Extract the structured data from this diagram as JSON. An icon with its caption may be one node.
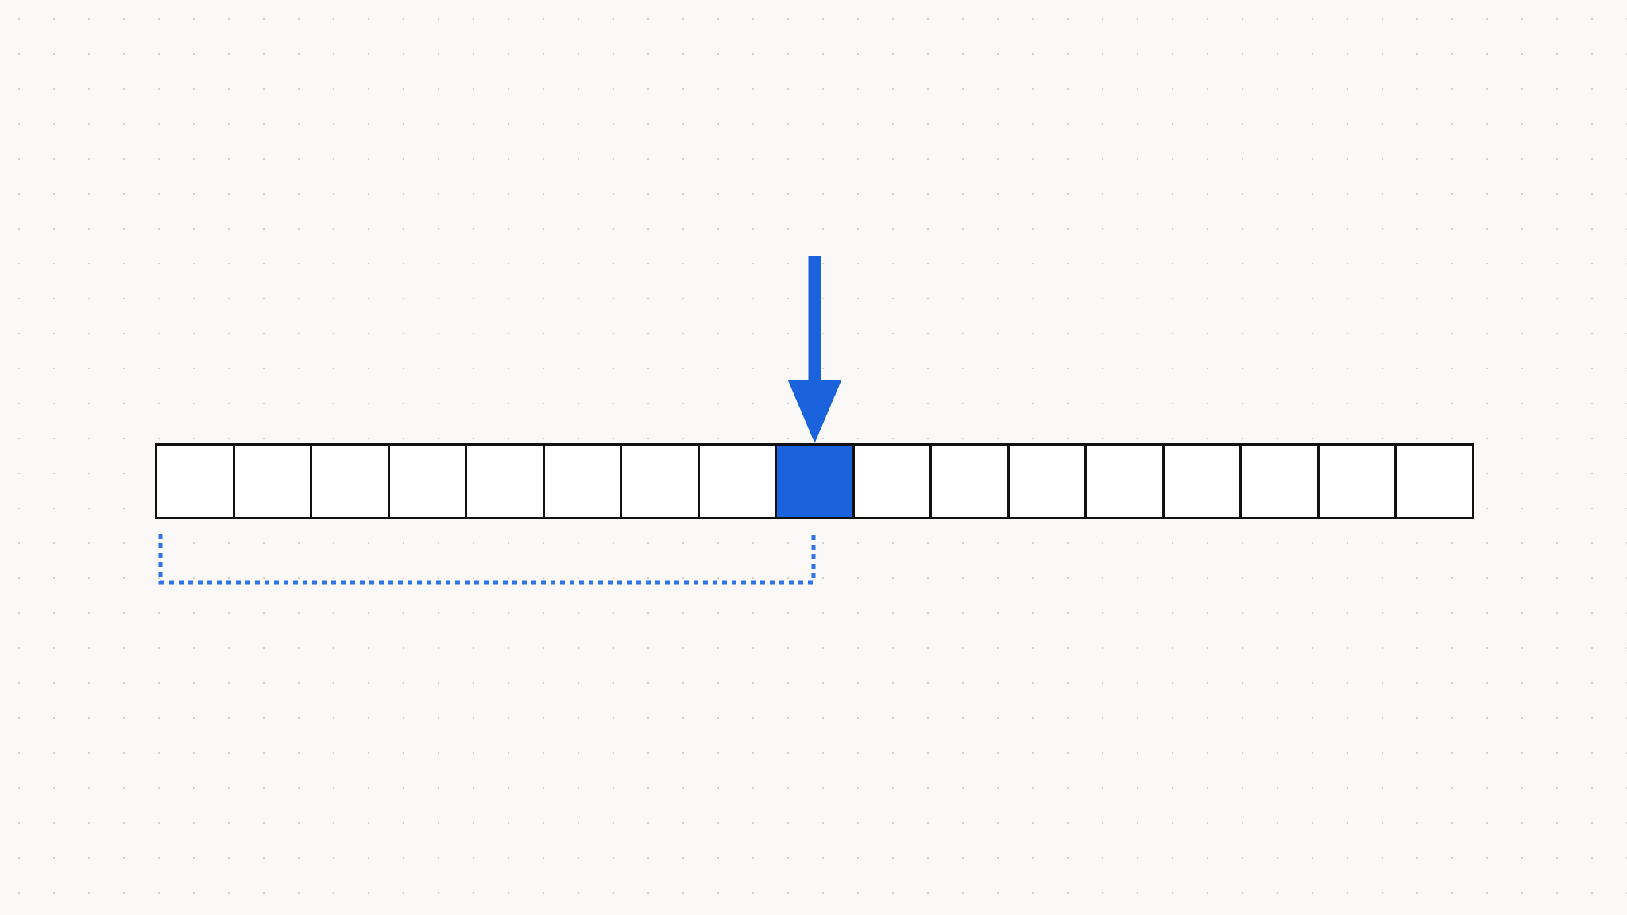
{
  "diagram": {
    "nodes": [
      {
        "text": [],
        "shape": "box"
      },
      {
        "text": [],
        "shape": "box"
      },
      {
        "text": [],
        "shape": "box"
      },
      {
        "text": [],
        "shape": "box"
      },
      {
        "text": [],
        "shape": "box"
      },
      {
        "text": [],
        "shape": "box"
      },
      {
        "text": [],
        "shape": "box"
      },
      {
        "text": [],
        "shape": "box"
      },
      {
        "text": [],
        "shape": "box"
      },
      {
        "text": [],
        "shape": "box"
      },
      {
        "text": [],
        "shape": "box"
      },
      {
        "text": [],
        "shape": "box"
      },
      {
        "text": [],
        "shape": "box"
      },
      {
        "text": [],
        "shape": "box"
      },
      {
        "text": [],
        "shape": "box"
      },
      {
        "text": [],
        "shape": "box"
      },
      {
        "text": [],
        "shape": "box"
      }
    ],
    "edges": [
      {
        "from": null,
        "to": 8,
        "arrow": "to"
      }
    ]
  }
}
